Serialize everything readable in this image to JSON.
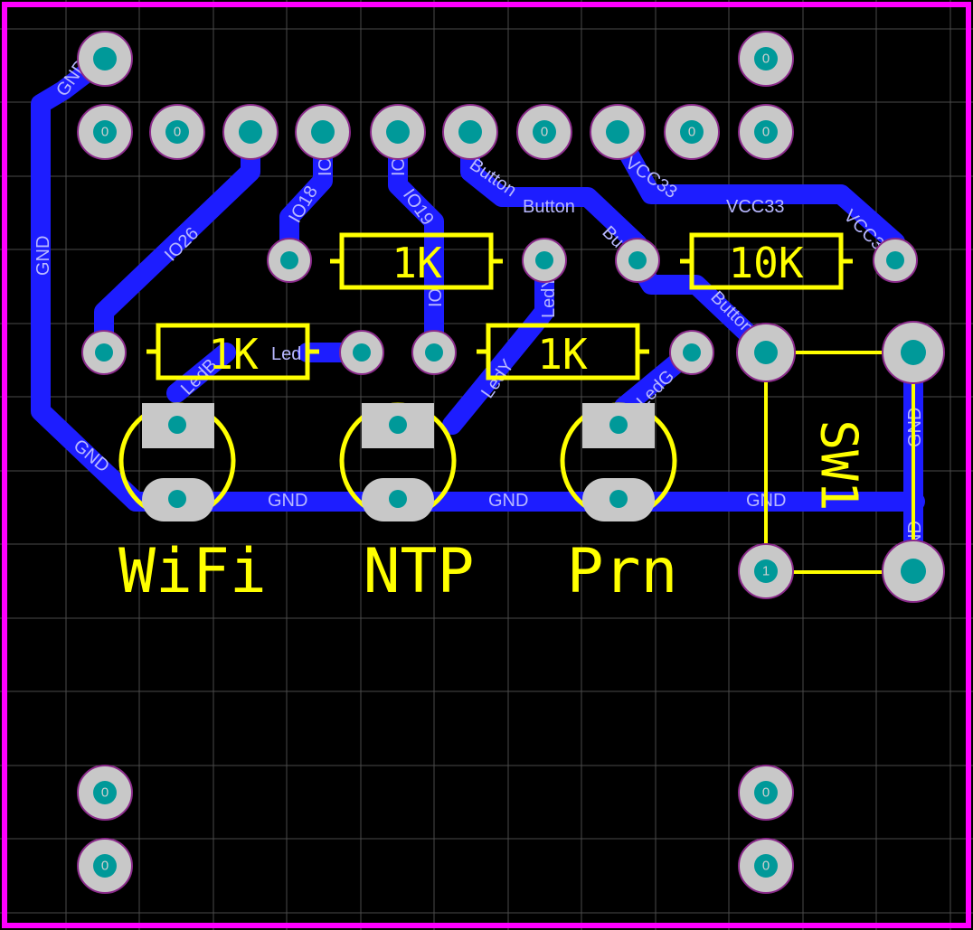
{
  "board": {
    "outline_color": "#ff00ff",
    "trace_color": "#1d1dff",
    "silk_color": "#ffff00",
    "pad_color": "#c8c8c8",
    "drill_color": "#009999",
    "background": "#000000"
  },
  "pad_numbers": {
    "zero": "0",
    "one": "1"
  },
  "nets": {
    "gnd": "GND",
    "io26": "IO26",
    "io18": "IO18",
    "io19": "IO19",
    "io_cut": "IO",
    "button": "Button",
    "but_cut": "Bu",
    "vcc33": "VCC33",
    "vcc_cut": "VCC3",
    "led": "Led",
    "ledb": "LedB",
    "ledy": "LedY",
    "ledg": "LedG",
    "gnd_cut": "ND"
  },
  "resistors": {
    "r_top_left": "1K",
    "r_top_right": "10K",
    "r_bottom_left": "1K",
    "r_bottom_right": "1K"
  },
  "switch": {
    "designator": "SW1"
  },
  "leds": {
    "wifi": "WiFi",
    "ntp": "NTP",
    "prn": "Prn"
  }
}
